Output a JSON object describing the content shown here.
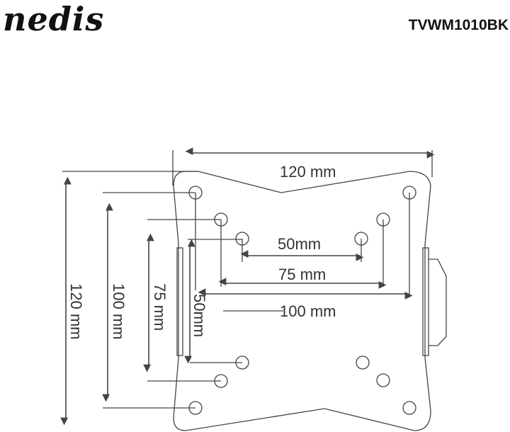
{
  "header": {
    "brand": "nedis",
    "model": "TVWM1010BK"
  },
  "dimensions": {
    "top_width": "120 mm",
    "h_50": "50mm",
    "h_75": "75 mm",
    "h_100": "100 mm",
    "v_120": "120 mm",
    "v_100": "100 mm",
    "v_75": "75 mm",
    "v_50": "50mm"
  }
}
